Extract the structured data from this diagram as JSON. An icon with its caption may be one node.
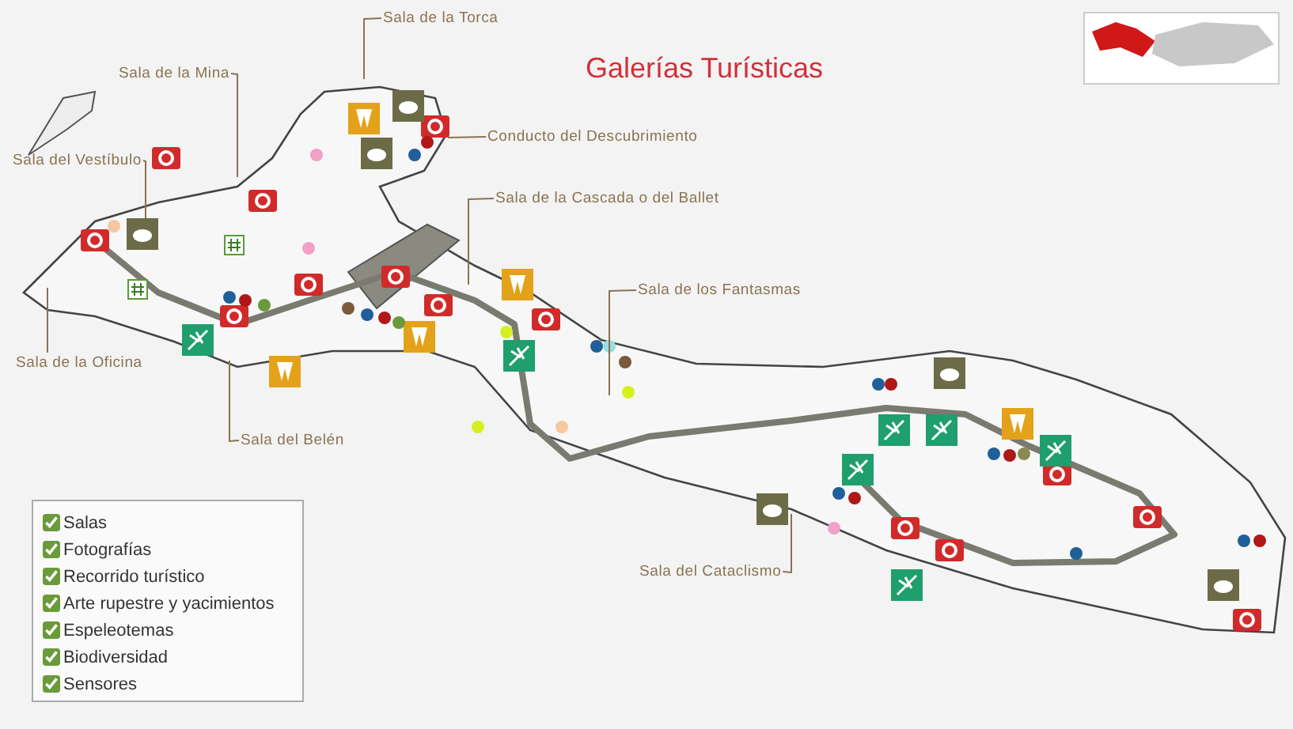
{
  "diagram": {
    "title": "Galerías Turísticas",
    "nodes": [
      {
        "text": [
          "Sala de la Torca"
        ]
      },
      {
        "text": [
          "Sala de la Mina"
        ]
      },
      {
        "text": [
          "Conducto del Descubrimiento"
        ]
      },
      {
        "text": [
          "Sala del Vestíbulo"
        ]
      },
      {
        "text": [
          "Sala de la Cascada o del Ballet"
        ]
      },
      {
        "text": [
          "Sala de los Fantasmas"
        ]
      },
      {
        "text": [
          "Sala de la Oficina"
        ]
      },
      {
        "text": [
          "Sala del Belén"
        ]
      },
      {
        "text": [
          "Sala del Cataclismo"
        ]
      }
    ],
    "edges": [
      {
        "from": 0,
        "to": null,
        "arrow": "none"
      },
      {
        "from": 1,
        "to": null,
        "arrow": "none"
      },
      {
        "from": 2,
        "to": null,
        "arrow": "none"
      },
      {
        "from": 3,
        "to": null,
        "arrow": "none"
      },
      {
        "from": 4,
        "to": null,
        "arrow": "none"
      },
      {
        "from": 5,
        "to": null,
        "arrow": "none"
      },
      {
        "from": 6,
        "to": null,
        "arrow": "none"
      },
      {
        "from": 7,
        "to": null,
        "arrow": "none"
      },
      {
        "from": 8,
        "to": null,
        "arrow": "none"
      }
    ],
    "labels": [
      "Salas",
      "Fotografías",
      "Recorrido turístico",
      "Arte rupestre y yacimientos",
      "Espeleotemas",
      "Biodiversidad",
      "Sensores"
    ]
  }
}
